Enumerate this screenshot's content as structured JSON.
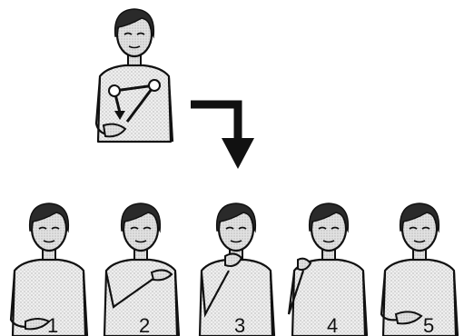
{
  "figures": [
    {
      "label": "1",
      "hand_pose": "hand-low-front"
    },
    {
      "label": "2",
      "hand_pose": "arm-across-chest"
    },
    {
      "label": "3",
      "hand_pose": "hand-at-chin"
    },
    {
      "label": "4",
      "hand_pose": "hand-raised-side"
    },
    {
      "label": "5",
      "hand_pose": "hand-low-front"
    }
  ],
  "colors": {
    "ink": "#111111",
    "skin": "#d8d8d8",
    "shirt": "#e6e6e6",
    "hair": "#2a2a2a"
  }
}
